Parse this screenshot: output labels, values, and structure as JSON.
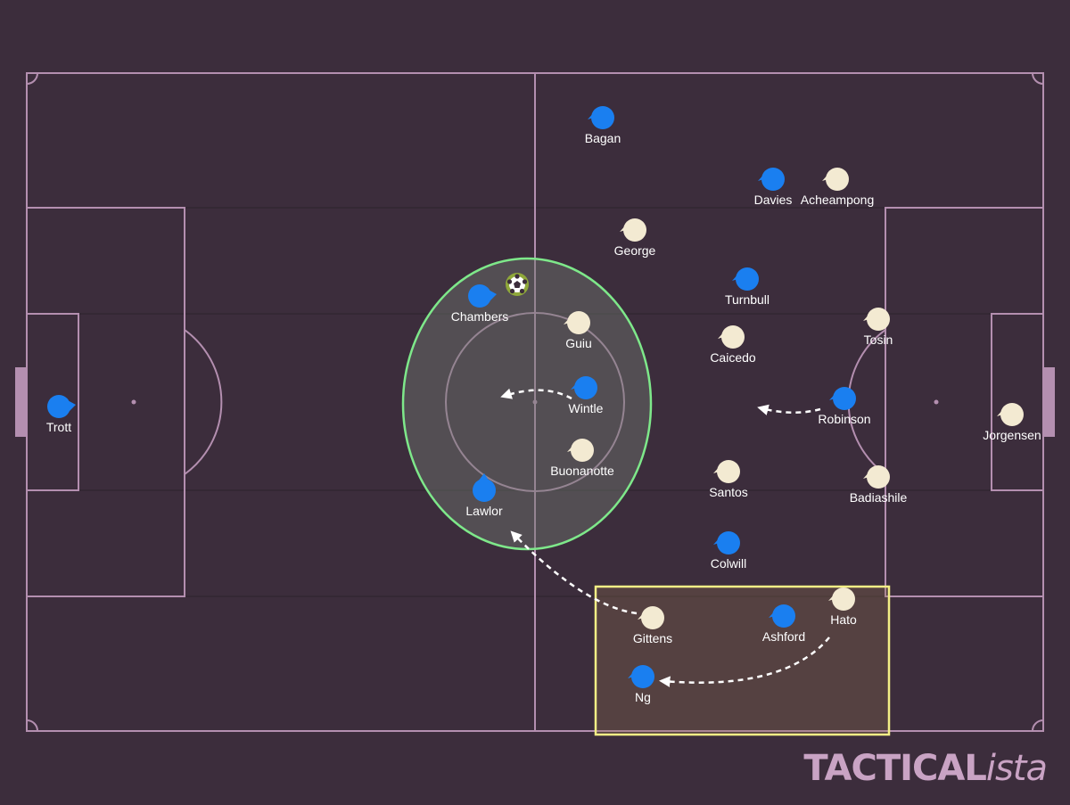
{
  "colors": {
    "background": "#3c2d3c",
    "pitch_line": "#b48fb0",
    "blue_team": "#1a7ff0",
    "cream_team": "#f3ead2",
    "circle_zone": "#7ee88a",
    "box_zone": "#f4ef86",
    "ball": "#8fa83a",
    "arrow": "#ffffff"
  },
  "icons": {
    "ball": "football-icon"
  },
  "players": [
    {
      "id": "trott",
      "name": "Trott",
      "team": "blue",
      "facing": "right"
    },
    {
      "id": "bagan",
      "name": "Bagan",
      "team": "blue",
      "facing": "left"
    },
    {
      "id": "davies",
      "name": "Davies",
      "team": "blue",
      "facing": "left"
    },
    {
      "id": "acheampong",
      "name": "Acheampong",
      "team": "cream",
      "facing": "left"
    },
    {
      "id": "george",
      "name": "George",
      "team": "cream",
      "facing": "left"
    },
    {
      "id": "turnbull",
      "name": "Turnbull",
      "team": "blue",
      "facing": "left"
    },
    {
      "id": "chambers",
      "name": "Chambers",
      "team": "blue",
      "facing": "right"
    },
    {
      "id": "guiu",
      "name": "Guiu",
      "team": "cream",
      "facing": "left"
    },
    {
      "id": "tosin",
      "name": "Tosin",
      "team": "cream",
      "facing": "left"
    },
    {
      "id": "caicedo",
      "name": "Caicedo",
      "team": "cream",
      "facing": "left"
    },
    {
      "id": "wintle",
      "name": "Wintle",
      "team": "blue",
      "facing": "left"
    },
    {
      "id": "robinson",
      "name": "Robinson",
      "team": "blue",
      "facing": "left"
    },
    {
      "id": "jorgensen",
      "name": "Jorgensen",
      "team": "cream",
      "facing": "left"
    },
    {
      "id": "buonanotte",
      "name": "Buonanotte",
      "team": "cream",
      "facing": "left"
    },
    {
      "id": "santos",
      "name": "Santos",
      "team": "cream",
      "facing": "left"
    },
    {
      "id": "badiashile",
      "name": "Badiashile",
      "team": "cream",
      "facing": "left"
    },
    {
      "id": "lawlor",
      "name": "Lawlor",
      "team": "blue",
      "facing": "up"
    },
    {
      "id": "colwill",
      "name": "Colwill",
      "team": "blue",
      "facing": "left"
    },
    {
      "id": "gittens",
      "name": "Gittens",
      "team": "cream",
      "facing": "left"
    },
    {
      "id": "ashford",
      "name": "Ashford",
      "team": "blue",
      "facing": "left"
    },
    {
      "id": "hato",
      "name": "Hato",
      "team": "cream",
      "facing": "left"
    },
    {
      "id": "ng",
      "name": "Ng",
      "team": "blue",
      "facing": "left"
    }
  ],
  "branding": {
    "bold": "TACTICAL",
    "light": "ista"
  }
}
